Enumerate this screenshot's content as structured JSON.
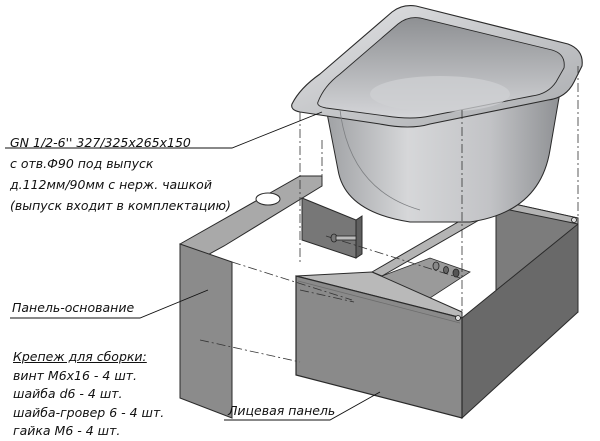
{
  "labels": {
    "gn_spec": "GN 1/2-6'' 327/325x265x150",
    "hole_spec": "с отв.Ф90 под выпуск",
    "bowl_spec": "д.112мм/90мм с нерж. чашкой",
    "outlet_note": "(выпуск входит в комплектацию)",
    "base_panel": "Панель-основание",
    "front_panel": "Лицевая панель"
  },
  "fasteners": {
    "title": "Крепеж для сборки:",
    "items": [
      "винт М6х16 - 4 шт.",
      "шайба d6 - 4 шт.",
      "шайба-гровер 6 - 4 шт.",
      "гайка М6 - 4 шт."
    ]
  },
  "colors": {
    "panel_front": "#8a8a8a",
    "panel_side": "#6e6e6e",
    "panel_top": "#b5b5b5",
    "tank": "#c9cacc",
    "tank_shadow": "#9a9b9e",
    "outline": "#2a2a2a"
  }
}
